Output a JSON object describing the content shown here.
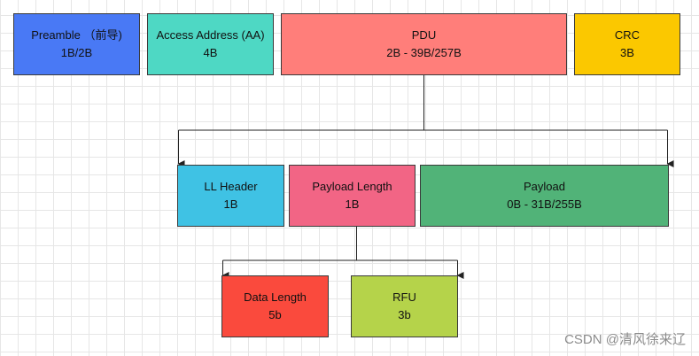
{
  "boxes": {
    "preamble": {
      "name": "Preamble （前导)",
      "size": "1B/2B",
      "color": "#4979f5"
    },
    "access_address": {
      "name": "Access Address (AA)",
      "size": "4B",
      "color": "#4ed8c4"
    },
    "pdu": {
      "name": "PDU",
      "size": "2B - 39B/257B",
      "color": "#ff7e7a"
    },
    "crc": {
      "name": "CRC",
      "size": "3B",
      "color": "#fbc800"
    },
    "ll_header": {
      "name": "LL Header",
      "size": "1B",
      "color": "#3fc2e4"
    },
    "payload_length": {
      "name": "Payload Length",
      "size": "1B",
      "color": "#f26585"
    },
    "payload": {
      "name": "Payload",
      "size": "0B - 31B/255B",
      "color": "#51b378"
    },
    "data_length": {
      "name": "Data Length",
      "size": "5b",
      "color": "#fa4a3d"
    },
    "rfu": {
      "name": "RFU",
      "size": "3b",
      "color": "#b5d34a"
    }
  },
  "watermark": "CSDN @清风徐来辽"
}
